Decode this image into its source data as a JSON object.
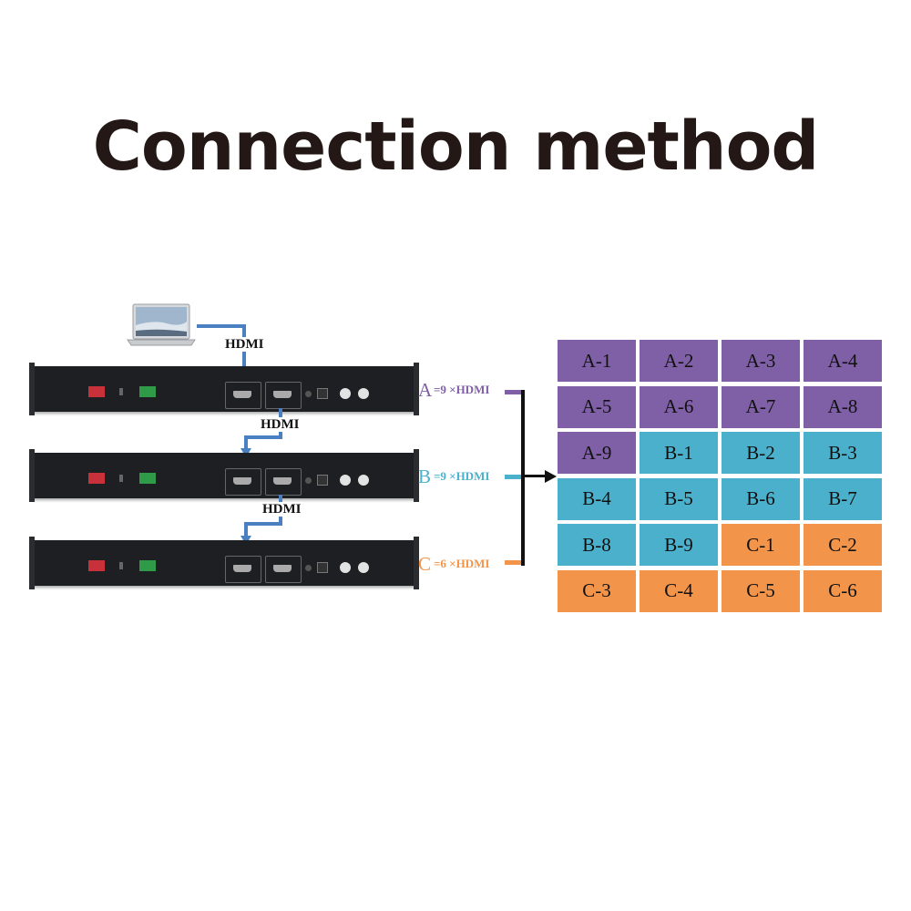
{
  "title": "Connection method",
  "hdmi_labels": [
    "HDMI",
    "HDMI",
    "HDMI"
  ],
  "devices": [
    {
      "channel": "A",
      "count_label": "=9 ×HDMI",
      "color": "#7f5fa6"
    },
    {
      "channel": "B",
      "count_label": "=9 ×HDMI",
      "color": "#4bb0cb"
    },
    {
      "channel": "C",
      "count_label": "=6 ×HDMI",
      "color": "#f2944a"
    }
  ],
  "grid": {
    "rows": [
      [
        "A-1",
        "A-2",
        "A-3",
        "A-4"
      ],
      [
        "A-5",
        "A-6",
        "A-7",
        "A-8"
      ],
      [
        "A-9",
        "B-1",
        "B-2",
        "B-3"
      ],
      [
        "B-4",
        "B-5",
        "B-6",
        "B-7"
      ],
      [
        "B-8",
        "B-9",
        "C-1",
        "C-2"
      ],
      [
        "C-3",
        "C-4",
        "C-5",
        "C-6"
      ]
    ],
    "colors": {
      "A": "#7f5fa6",
      "B": "#4bb0cb",
      "C": "#f2944a"
    }
  },
  "wire_color": "#4a7fc2",
  "icons": [
    "laptop-icon"
  ]
}
